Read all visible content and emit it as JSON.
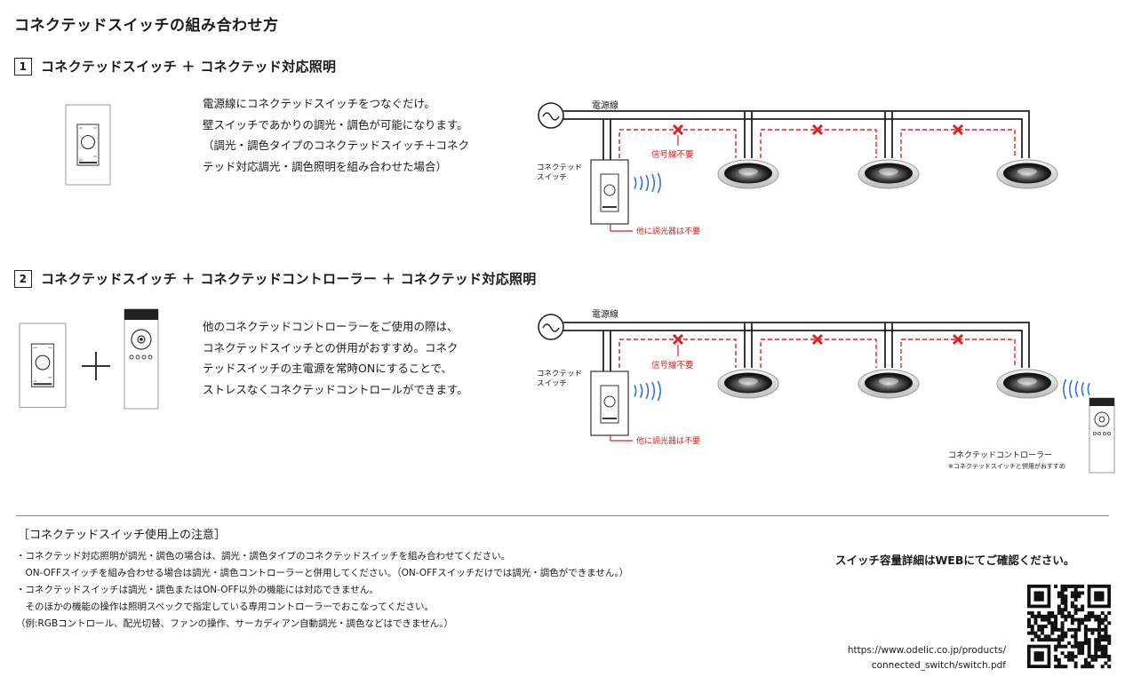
{
  "page": {
    "title": "コネクテッドスイッチの組み合わせ方"
  },
  "section1": {
    "number": "1",
    "heading": "コネクテッドスイッチ ＋ コネクテッド対応照明",
    "description": [
      "電源線にコネクテッドスイッチをつなぐだけ。",
      "壁スイッチであかりの調光・調色が可能になります。",
      "（調光・調色タイプのコネクテッドスイッチ＋コネク",
      "テッド対応調光・調色照明を組み合わせた場合）"
    ],
    "diagram": {
      "power_line_label": "電源線",
      "switch_label": [
        "コネクテッド",
        "スイッチ"
      ],
      "signal_line_label": "信号線不要",
      "dimmer_label": "他に調光器は不要"
    }
  },
  "section2": {
    "number": "2",
    "heading": "コネクテッドスイッチ ＋ コネクテッドコントローラー ＋ コネクテッド対応照明",
    "description": [
      "他のコネクテッドコントローラーをご使用の際は、",
      "コネクテッドスイッチとの併用がおすすめ。コネク",
      "テッドスイッチの主電源を常時ONにすることで、",
      "ストレスなくコネクテッドコントロールができます。"
    ],
    "diagram": {
      "power_line_label": "電源線",
      "switch_label": [
        "コネクテッド",
        "スイッチ"
      ],
      "signal_line_label": "信号線不要",
      "dimmer_label": "他に調光器は不要",
      "controller_label": "コネクテッドコントローラー",
      "controller_note": "※コネクテッドスイッチと併用がおすすめ"
    }
  },
  "notes": {
    "heading": "［コネクテッドスイッチ使用上の注意］",
    "lines": [
      "・コネクテッド対応照明が調光・調色の場合は、調光・調色タイプのコネクテッドスイッチを組み合わせてください。",
      "　ON-OFFスイッチを組み合わせる場合は調光・調色コントローラーと併用してください。（ON-OFFスイッチだけでは調光・調色ができません。）",
      "・コネクテッドスイッチは調光・調色またはON-OFF以外の機能には対応できません。",
      "　そのほかの機能の操作は照明スペックで指定している専用コントローラーでおこなってください。",
      "（例:RGBコントロール、配光切替、ファンの操作、サーカディアン自動調光・調色などはできません。）"
    ]
  },
  "web": {
    "heading": "スイッチ容量詳細はWEBにてご確認ください。",
    "url_lines": [
      "https://www.odelic.co.jp/products/",
      "connected_switch/switch.pdf"
    ]
  },
  "icons": [
    "wall-switch-icon",
    "remote-controller-icon",
    "plus-icon",
    "ac-power-icon",
    "downlight-icon",
    "wireless-signal-icon",
    "cross-mark-icon",
    "qr-code-icon"
  ],
  "colors": {
    "signal_red": "#d22222",
    "wireless_blue": "#2a6fdb"
  }
}
